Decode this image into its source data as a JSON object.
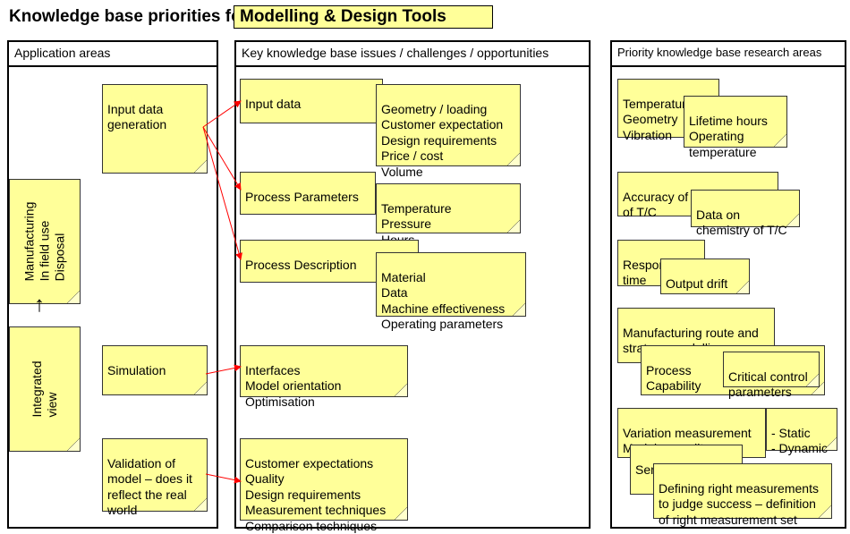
{
  "title": {
    "prefix": "Knowledge base priorities for",
    "highlight": "Modelling & Design Tools"
  },
  "panels": {
    "left_header": "Application areas",
    "middle_header": "Key knowledge base issues / challenges / opportunities",
    "right_header": "Priority knowledge base research areas"
  },
  "left": {
    "lifecycle": "Manufacturing\nIn field use\nDisposal",
    "integrated": "Integrated view",
    "arrow": "↑",
    "input_gen": "Input data\ngeneration",
    "simulation": "Simulation",
    "validation": "Validation of\nmodel – does it\nreflect the real\nworld"
  },
  "middle": {
    "input_data": "Input data",
    "input_data_details": "Geometry / loading\nCustomer expectation\nDesign requirements\nPrice / cost\nVolume",
    "process_params": "Process Parameters",
    "process_params_details": "Temperature\nPressure\nHours",
    "process_desc": "Process Description",
    "process_desc_details": "Material\nData\nMachine effectiveness\nOperating parameters",
    "interfaces": "Interfaces\nModel orientation\nOptimisation",
    "customer": "Customer expectations\nQuality\nDesign requirements\nMeasurement techniques\nComparison techniques"
  },
  "right": {
    "temp": "Temperature\nGeometry\nVibration",
    "lifetime": "Lifetime hours\nOperating\ntemperature",
    "accuracy": "Accuracy of measurement\nof T/C",
    "chemistry": "Data on\nchemistry of T/C",
    "response": "Response\ntime",
    "drift": "Output drift",
    "manufacturing": "Manufacturing route and\nstrategy modelling",
    "process_cap": "Process\nCapability",
    "critical": "Critical control\nparameters",
    "variation": "Variation measurement\nModel vs reality",
    "static_dynamic": "- Static\n- Dynamic",
    "sensibility": "Sensibility",
    "defining": "Defining right measurements\nto judge success – definition\nof right measurement set"
  },
  "colors": {
    "note_fill": "#ffff99",
    "arrow": "#ff0000"
  }
}
